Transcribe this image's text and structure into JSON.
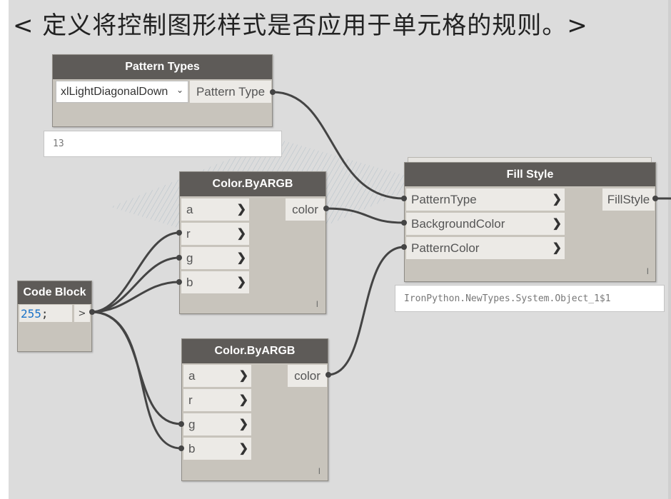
{
  "title": "< 定义将控制图形样式是否应用于单元格的规则。>",
  "colors": {
    "node_header": "#5e5b58",
    "node_body": "#c8c4bc",
    "port": "#eceae6",
    "wire": "#444444",
    "canvas": "#dcdcdc"
  },
  "pattern_types": {
    "title": "Pattern Types",
    "selected": "xlLightDiagonalDown",
    "output": "Pattern Type",
    "preview": "13"
  },
  "color_a": {
    "title": "Color.ByARGB",
    "inputs": [
      "a",
      "r",
      "g",
      "b"
    ],
    "output": "color",
    "lacing": "l"
  },
  "color_b": {
    "title": "Color.ByARGB",
    "inputs": [
      "a",
      "r",
      "g",
      "b"
    ],
    "output": "color",
    "lacing": "l"
  },
  "code_block": {
    "title": "Code Block",
    "number": "255",
    "semicolon": ";",
    "output": ">"
  },
  "fill_style": {
    "title": "Fill Style",
    "inputs": [
      "PatternType",
      "BackgroundColor",
      "PatternColor"
    ],
    "output": "FillStyle",
    "lacing": "l",
    "preview": "IronPython.NewTypes.System.Object_1$1"
  },
  "icons": {
    "chevron": "chevron-right-icon",
    "dropdown": "chevron-down-icon"
  }
}
